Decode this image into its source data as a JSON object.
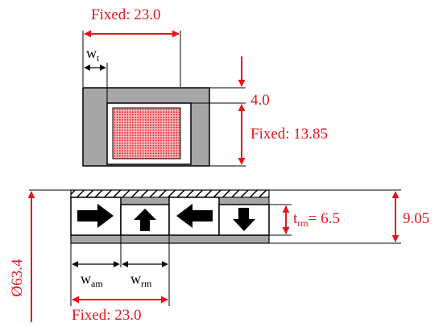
{
  "labels": {
    "top_fixed": "Fixed: 23.0",
    "bottom_fixed": "Fixed: 23.0",
    "wt": {
      "base": "w",
      "sub": "t"
    },
    "dim_4": "4.0",
    "dim_13": "Fixed: 13.85",
    "trm": {
      "base": "t",
      "sub": "rm",
      "value": "= 6.5"
    },
    "dim_905": "9.05",
    "diameter": "Ø63.4",
    "wam": {
      "base": "w",
      "sub": "am"
    },
    "wrm": {
      "base": "w",
      "sub": "rm"
    }
  },
  "magnets": [
    {
      "direction": "right",
      "icon": "arrow-right-icon"
    },
    {
      "direction": "up",
      "icon": "arrow-up-icon"
    },
    {
      "direction": "left",
      "icon": "arrow-left-icon"
    },
    {
      "direction": "down",
      "icon": "arrow-down-icon"
    }
  ],
  "colors": {
    "dimension": "#e8141b",
    "iron": "#a6a6a6",
    "coil_fill": "#f1aeb0",
    "coil_dots": "#e8141b"
  }
}
